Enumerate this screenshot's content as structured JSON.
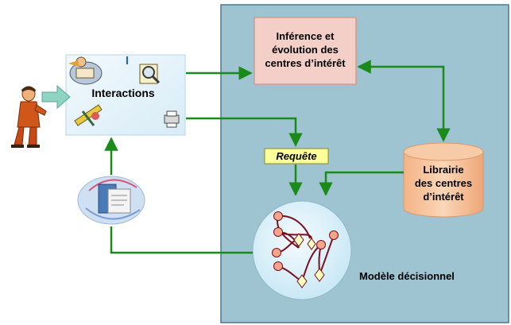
{
  "colors": {
    "panel_fill": "#9ec3d1",
    "panel_border": "#4a7a90",
    "arrow": "#1a8a1a",
    "inference_fill": "#f3cfc8",
    "library_fill": "#f6c29a",
    "requete_fill": "#ffff99",
    "model_fill": "#dff3fb",
    "interactions_fill": "#e6f3fb",
    "network_edge": "#7a1020",
    "network_node": "#f6a58a",
    "diamond_fill": "#ffffc0"
  },
  "icons": {
    "user": "person-figure-icon",
    "interactions": [
      "reading-person-icon",
      "magnifier-document-icon",
      "tools-icon",
      "printer-icon"
    ],
    "feedback": "documents-stack-icon"
  },
  "labels": {
    "interactions": "Interactions",
    "interactions_mark": "I",
    "inference_lines": [
      "Inférence et",
      "évolution des",
      "centres d’intérêt"
    ],
    "requete": "Requête",
    "library_lines": [
      "Librairie",
      "des centres",
      "d’intérêt"
    ],
    "model": "Modèle décisionnel"
  }
}
